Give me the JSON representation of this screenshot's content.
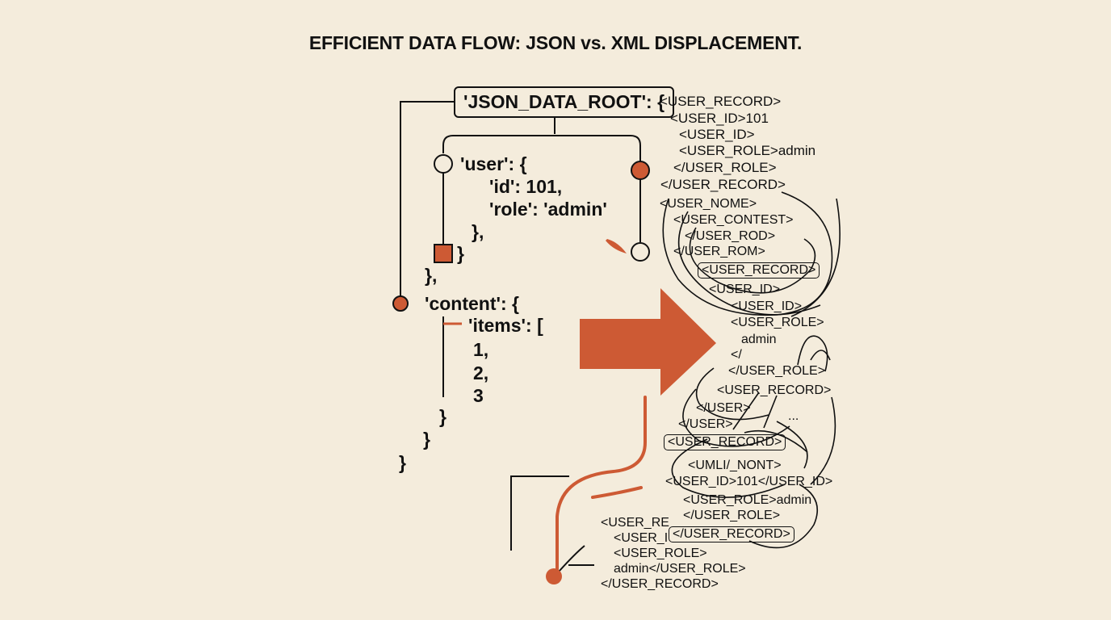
{
  "title": "EFFICIENT DATA FLOW: JSON vs. XML DISPLACEMENT.",
  "colors": {
    "background": "#f4ecdc",
    "accent": "#cd5a34",
    "ink": "#111111"
  },
  "json_tree": {
    "root": "'JSON_DATA_ROOT': {",
    "lines": [
      "'user': {",
      "'id': 101,",
      "'role': 'admin'",
      "},",
      "}",
      "},",
      "'content': {",
      "'items': [",
      "1,",
      "2,",
      "3",
      "}",
      "}",
      "}"
    ]
  },
  "xml_stack": {
    "lines": [
      "<USER_RECORD>",
      "<USER_ID>101",
      "<USER_ID>",
      "<USER_ROLE>admin",
      "</USER_ROLE>",
      "</USER_RECORD>",
      "<USER_NOME>",
      "<USER_CONTEST>",
      "</USER_ROD>",
      "</USER_ROM>",
      "<USER_RECORD>",
      "<USER_ID>",
      "<USER_ID>",
      "<USER_ROLE>",
      "admin",
      "</",
      "</USER_ROLE>",
      "<USER_RECORD>",
      "</USER>",
      "...",
      "</USER>",
      "<USER_RECORD>",
      "<UMLI/_NONT>",
      "<USER_ID>101</USER_ID>",
      "<USER_ROLE>admin",
      "</USER_ROLE>",
      "</USER_RECORD>"
    ],
    "fragment": [
      "<USER_RE",
      "<USER_I",
      "<USER_ROLE>",
      "admin</USER_ROLE>",
      "</USER_RECORD>"
    ]
  }
}
